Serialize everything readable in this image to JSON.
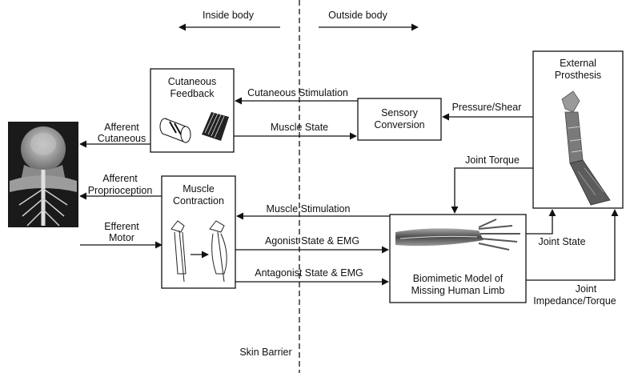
{
  "regions": {
    "inside": "Inside body",
    "outside": "Outside body",
    "barrier": "Skin Barrier"
  },
  "boxes": {
    "cutaneous_feedback": [
      "Cutaneous",
      "Feedback"
    ],
    "sensory_conversion": [
      "Sensory",
      "Conversion"
    ],
    "muscle_contraction": [
      "Muscle",
      "Contraction"
    ],
    "external_prosthesis": [
      "External",
      "Prosthesis"
    ],
    "biomimetic_model": [
      "Biomimetic Model of",
      "Missing Human Limb"
    ]
  },
  "signals": {
    "afferent_cutaneous": [
      "Afferent",
      "Cutaneous"
    ],
    "afferent_proprioception": [
      "Afferent",
      "Proprioception"
    ],
    "efferent_motor": [
      "Efferent",
      "Motor"
    ],
    "cutaneous_stimulation": "Cutaneous Stimulation",
    "muscle_state": "Muscle State",
    "pressure_shear": "Pressure/Shear",
    "joint_torque": "Joint Torque",
    "muscle_stimulation": "Muscle Stimulation",
    "agonist": "Agonist State & EMG",
    "antagonist": "Antagonist State & EMG",
    "joint_state": "Joint State",
    "joint_impedance": [
      "Joint",
      "Impedance/Torque"
    ]
  }
}
